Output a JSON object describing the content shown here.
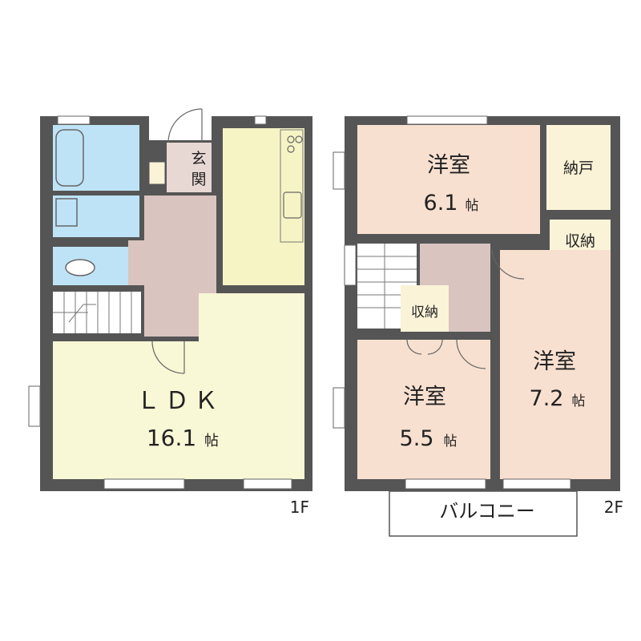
{
  "floor1": {
    "name": "1F",
    "ldk": {
      "label": "ＬＤＫ",
      "size": "16.1",
      "unit": "帖"
    },
    "entrance": {
      "line1": "玄",
      "line2": "関"
    }
  },
  "floor2": {
    "name": "2F",
    "room_top": {
      "label": "洋室",
      "size": "6.1",
      "unit": "帖"
    },
    "room_left": {
      "label": "洋室",
      "size": "5.5",
      "unit": "帖"
    },
    "room_right": {
      "label": "洋室",
      "size": "7.2",
      "unit": "帖"
    },
    "closet_top": {
      "label": "納戸"
    },
    "storage_right": {
      "label": "収納"
    },
    "storage_center": {
      "label": "収納"
    },
    "balcony": {
      "label": "バルコニー"
    }
  },
  "colors": {
    "wall": "#555555",
    "bath": "#bfe3f6",
    "ldk": "#f8f7d6",
    "kitchen": "#f6f4c4",
    "hall": "#d9c4c0",
    "room": "#f8e0d0",
    "closet": "#faf3d8",
    "stairs": "#ffffff"
  }
}
